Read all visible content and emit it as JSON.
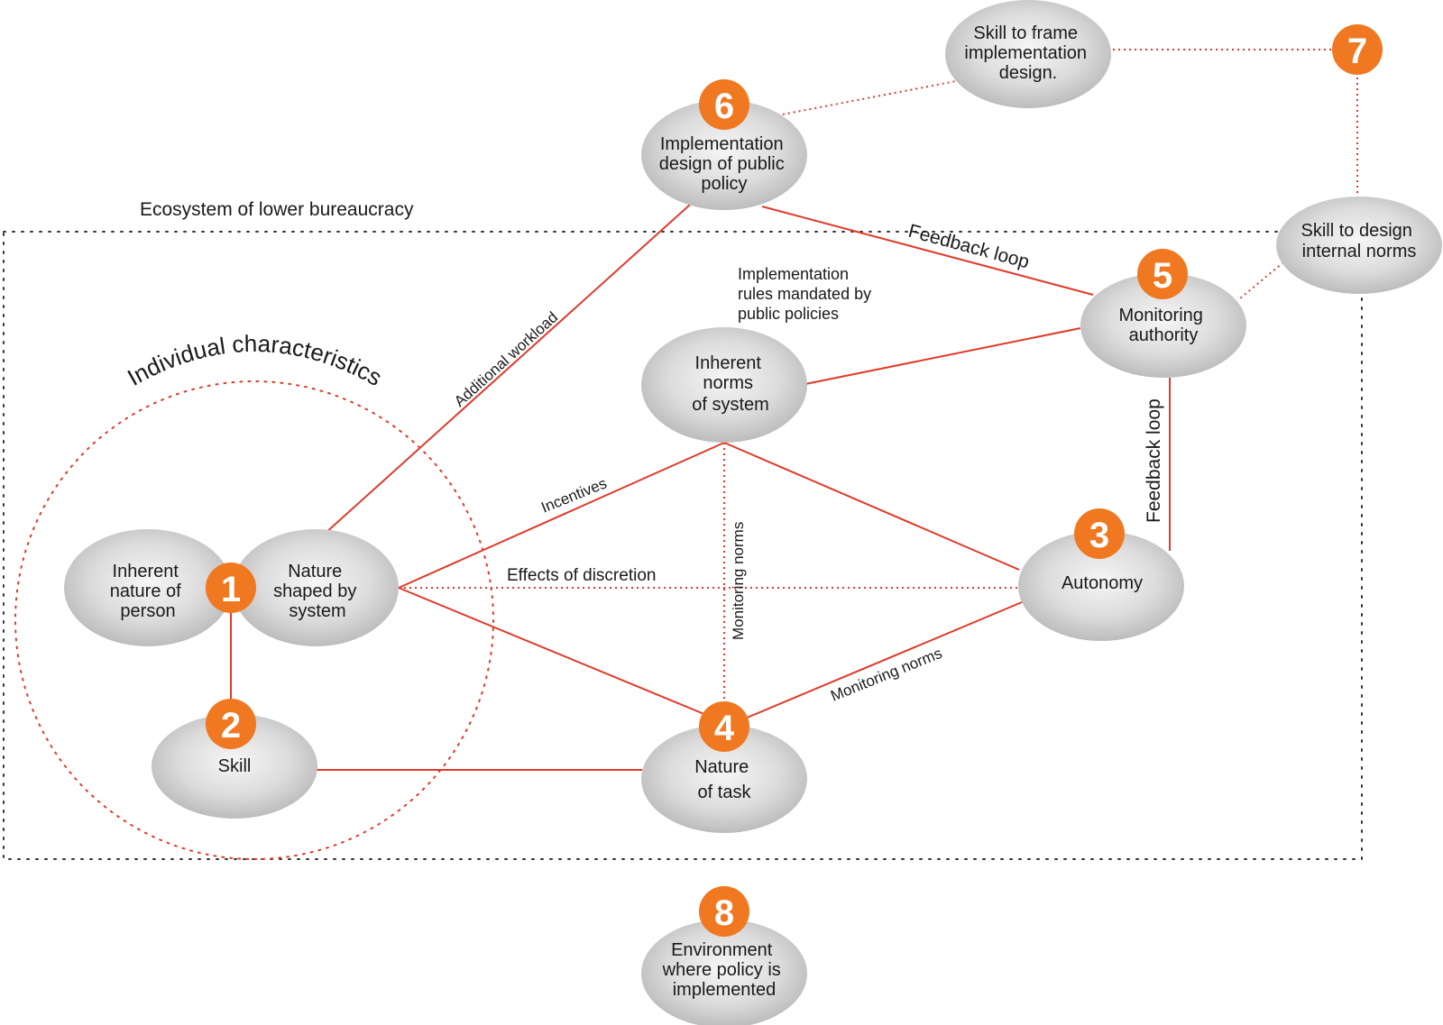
{
  "regions": {
    "ecosystem": "Ecosystem of lower bureaucracy",
    "individual": "Individual characteristics"
  },
  "nodes": {
    "inherent_nature": [
      "Inherent",
      "nature of",
      "person"
    ],
    "nature_shaped": [
      "Nature",
      "shaped by",
      "system"
    ],
    "skill": [
      "Skill"
    ],
    "autonomy": [
      "Autonomy"
    ],
    "nature_of_task": [
      "Nature",
      "of task"
    ],
    "monitoring_authority": [
      "Monitoring",
      "authority"
    ],
    "implementation_design": [
      "Implementation",
      "design of public",
      "policy"
    ],
    "skill_to_frame": [
      "Skill to frame",
      "implementation",
      "design."
    ],
    "skill_to_design": [
      "Skill to design",
      "internal norms"
    ],
    "inherent_norms": [
      "Inherent",
      "norms",
      "of system"
    ],
    "environment": [
      "Environment",
      "where policy is",
      "implemented"
    ]
  },
  "badges": {
    "b1": "1",
    "b2": "2",
    "b3": "3",
    "b4": "4",
    "b5": "5",
    "b6": "6",
    "b7": "7",
    "b8": "8"
  },
  "annotation": [
    "Implementation",
    "rules mandated by",
    "public policies"
  ],
  "edge_labels": {
    "additional_workload": "Additional workload",
    "feedback_loop_top": "Feedback loop",
    "feedback_loop_side": "Feedback loop",
    "incentives": "Incentives",
    "effects_of_discretion": "Effects of discretion",
    "monitoring_norms_vertical": "Monitoring norms",
    "monitoring_norms_diagonal": "Monitoring norms"
  },
  "colors": {
    "accent": "#f07820",
    "edge": "#e03a2a",
    "node_light": "#f4f4f4",
    "node_dark": "#b9b9b9"
  }
}
